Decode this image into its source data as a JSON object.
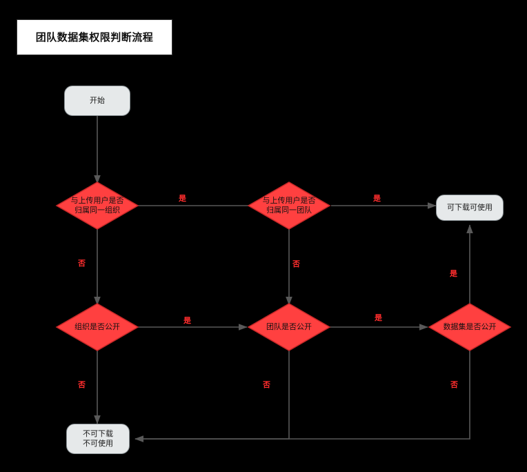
{
  "diagram": {
    "title": "团队数据集权限判断流程",
    "colors": {
      "background": "#000000",
      "decision_fill": "#ff4040",
      "decision_stroke": "#c62828",
      "terminator_fill": "#e6e9ea",
      "terminator_stroke": "#8a9296",
      "edge": "#595959",
      "edge_label": "#ff2d2d",
      "title_text": "#111111"
    },
    "nodes": [
      {
        "id": "start",
        "type": "terminator",
        "label": "开始"
      },
      {
        "id": "same-org",
        "type": "decision",
        "label": "与上传用户是否\n归属同一组织"
      },
      {
        "id": "same-team",
        "type": "decision",
        "label": "与上传用户是否\n归属同一团队"
      },
      {
        "id": "allow",
        "type": "terminator",
        "label": "可下载可使用"
      },
      {
        "id": "org-public",
        "type": "decision",
        "label": "组织是否公开"
      },
      {
        "id": "team-public",
        "type": "decision",
        "label": "团队是否公开"
      },
      {
        "id": "data-public",
        "type": "decision",
        "label": "数据集是否公开"
      },
      {
        "id": "deny",
        "type": "terminator",
        "label": "不可下载\n不可使用"
      }
    ],
    "edge_labels": [
      {
        "id": "same-org-yes",
        "text": "是"
      },
      {
        "id": "same-team-yes",
        "text": "是"
      },
      {
        "id": "same-org-no",
        "text": "否"
      },
      {
        "id": "same-team-no",
        "text": "否"
      },
      {
        "id": "data-public-yes",
        "text": "是"
      },
      {
        "id": "org-public-yes",
        "text": "是"
      },
      {
        "id": "team-public-yes",
        "text": "是"
      },
      {
        "id": "org-public-no",
        "text": "否"
      },
      {
        "id": "team-public-no",
        "text": "否"
      },
      {
        "id": "data-public-no",
        "text": "否"
      }
    ]
  }
}
